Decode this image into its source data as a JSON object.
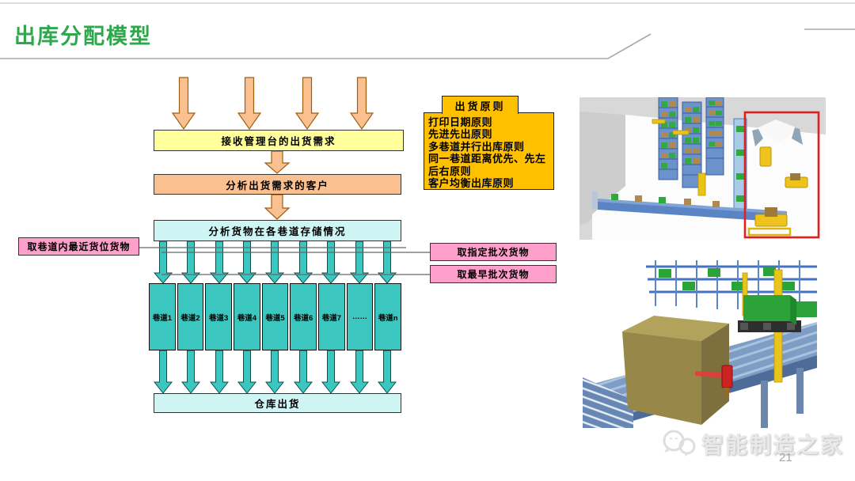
{
  "slide": {
    "title": "出库分配模型",
    "page_number": "21",
    "watermark_text": "智能制造之家"
  },
  "flowchart": {
    "top_box": "接收管理台的出货需求",
    "customer_box": "分析出货需求的客户",
    "storage_box": "分析货物在各巷道存储情况",
    "left_note": "取巷道内最近货位货物",
    "right_notes": [
      "取指定批次货物",
      "取最早批次货物"
    ],
    "lanes": [
      "巷道1",
      "巷道2",
      "巷道3",
      "巷道4",
      "巷道5",
      "巷道6",
      "巷道7",
      "……",
      "巷道n"
    ],
    "bottom_box": "仓库出货"
  },
  "principles": {
    "title": "出货原则",
    "items": [
      "打印日期原则",
      "先进先出原则",
      "多巷道并行出库原则",
      "同一巷道距离优先、先左后右原则",
      "客户均衡出库原则"
    ]
  },
  "icons": {
    "watermark_icon": "wechat-chat-bubbles-icon"
  },
  "colors": {
    "title_green": "#2ea84d",
    "box_yellow": "#ffff9c",
    "box_orange": "#fac090",
    "box_light_cyan": "#cff4f4",
    "lane_teal": "#3bc6c0",
    "note_pink": "#ff9fcb",
    "principle_gold": "#ffc000",
    "highlight_red": "#e02020",
    "divider_gray": "#a8a8a8"
  }
}
